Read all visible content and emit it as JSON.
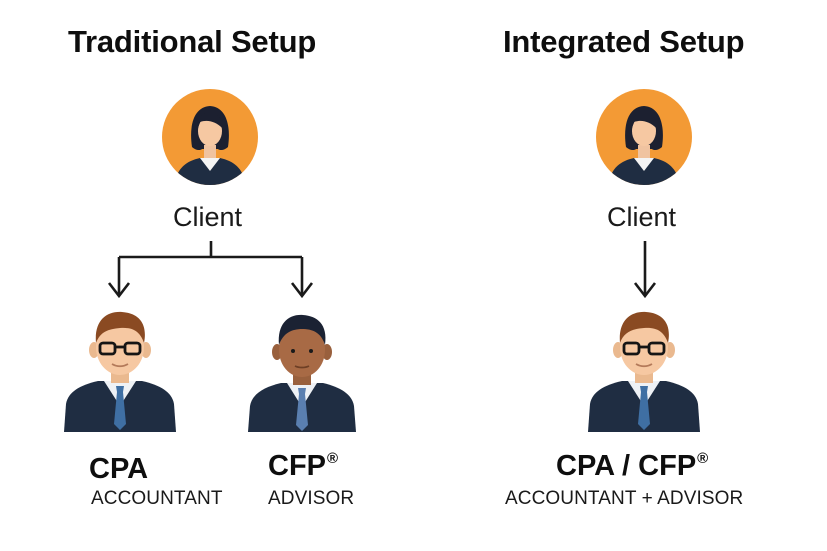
{
  "traditional": {
    "title": "Traditional Setup",
    "client": {
      "label": "Client"
    },
    "roles": [
      {
        "name": "CPA",
        "mark": "",
        "description": "ACCOUNTANT"
      },
      {
        "name": "CFP",
        "mark": "®",
        "description": "ADVISOR"
      }
    ]
  },
  "integrated": {
    "title": "Integrated Setup",
    "client": {
      "label": "Client"
    },
    "roles": [
      {
        "name": "CPA / CFP",
        "mark": "®",
        "description": "ACCOUNTANT + ADVISOR"
      }
    ]
  },
  "colors": {
    "client_circle": "#f39a35",
    "suit": "#1f2d42",
    "tie": "#3f6fa3",
    "hair_brown": "#8a4a22",
    "skin_light": "#f6c8a2",
    "skin_dark": "#a86a45",
    "arrow": "#1a1a1a"
  },
  "icons": {
    "client": "woman-avatar-icon",
    "cpa": "man-with-glasses-avatar-icon",
    "cfp": "man-avatar-icon"
  }
}
